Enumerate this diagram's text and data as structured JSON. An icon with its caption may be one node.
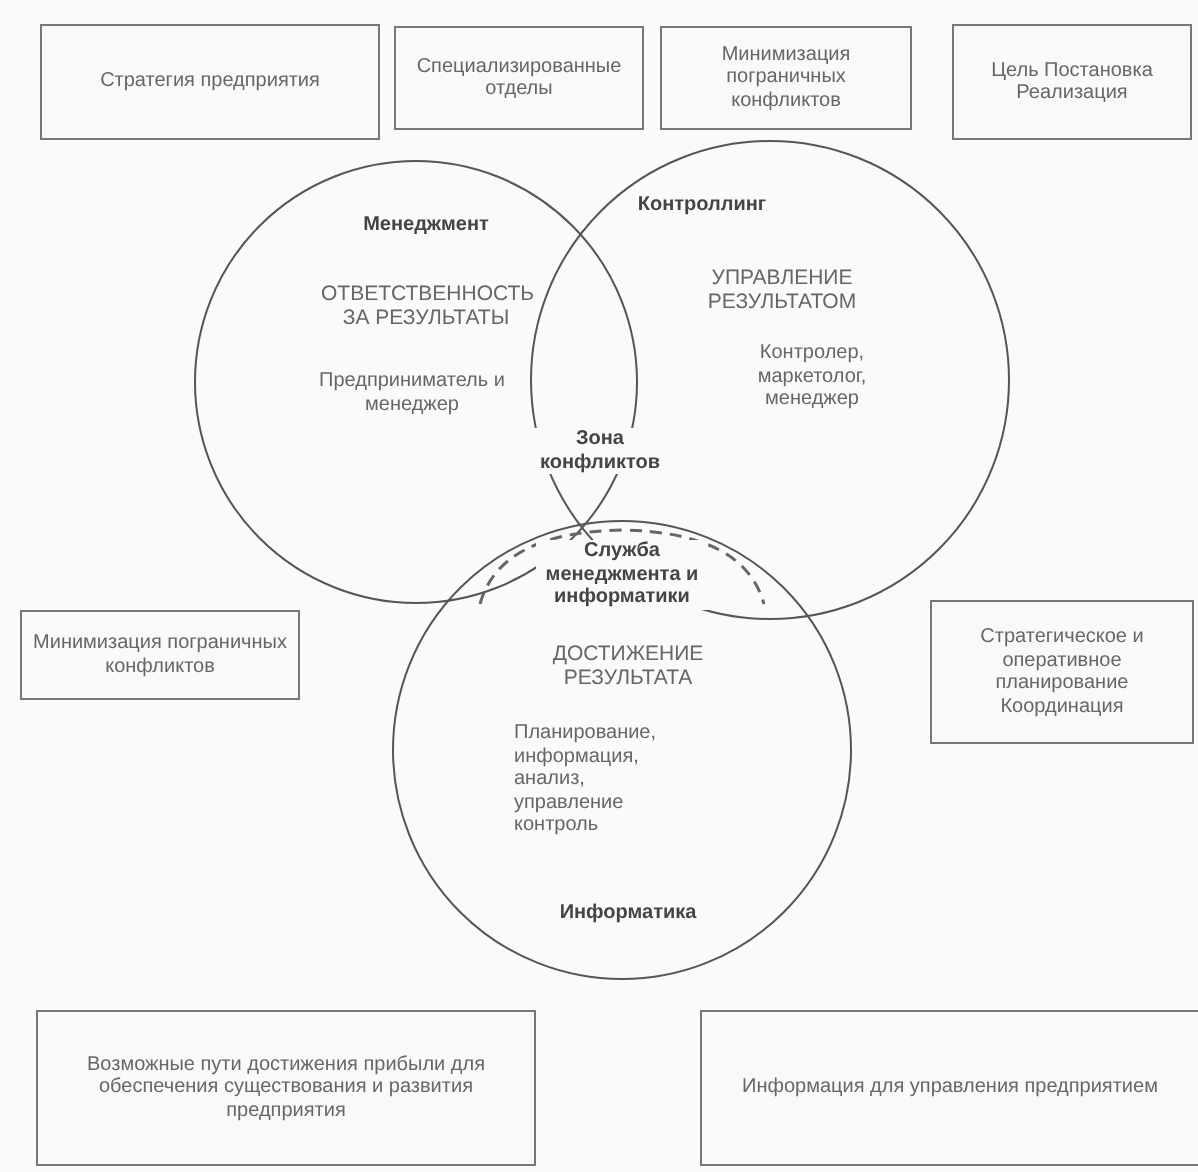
{
  "diagram": {
    "nodes": [
      {
        "text": [
          "Стратегия предприятия"
        ]
      },
      {
        "text": [
          "Специализированные отделы"
        ]
      },
      {
        "text": [
          "Минимизация пограничных конфликтов"
        ]
      },
      {
        "text": [
          "Цель Постановка Реализация"
        ]
      },
      {
        "text": [
          "Менеджмент",
          "ОТВЕТСТВЕННОСТЬ ЗА РЕЗУЛЬТАТЫ",
          "Предприниматель и менеджер"
        ]
      },
      {
        "text": [
          "Контроллинг",
          "УПРАВЛЕНИЕ РЕЗУЛЬТАТОМ",
          "Контролер, маркетолог, менеджер"
        ]
      },
      {
        "text": [
          "Служба менеджмента и информатики"
        ]
      },
      {
        "text": [
          "ДОСТИЖЕНИЕ РЕЗУЛЬТАТА",
          "Планирование, информация, анализ, управление контроль",
          "Информатика"
        ]
      },
      {
        "text": [
          "Минимизация пограничных конфликтов"
        ]
      },
      {
        "text": [
          "Стратегическое и оперативное планирование Координация"
        ]
      },
      {
        "text": [
          "Возможные пути достижения прибыли для обеспечения существования и развития предприятия"
        ]
      },
      {
        "text": [
          "Информация для управления предприятием"
        ]
      }
    ],
    "labels": [
      "Зона конфликтов"
    ]
  }
}
